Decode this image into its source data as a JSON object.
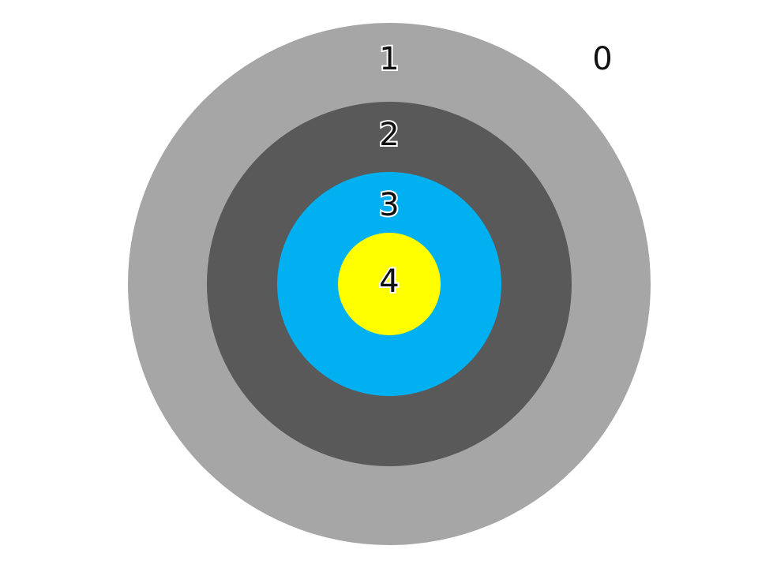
{
  "target": {
    "outside_label": "0",
    "rings": [
      {
        "label": "1",
        "color": "#a6a6a6"
      },
      {
        "label": "2",
        "color": "#595959"
      },
      {
        "label": "3",
        "color": "#00b0f0"
      },
      {
        "label": "4",
        "color": "#ffff00"
      }
    ]
  }
}
